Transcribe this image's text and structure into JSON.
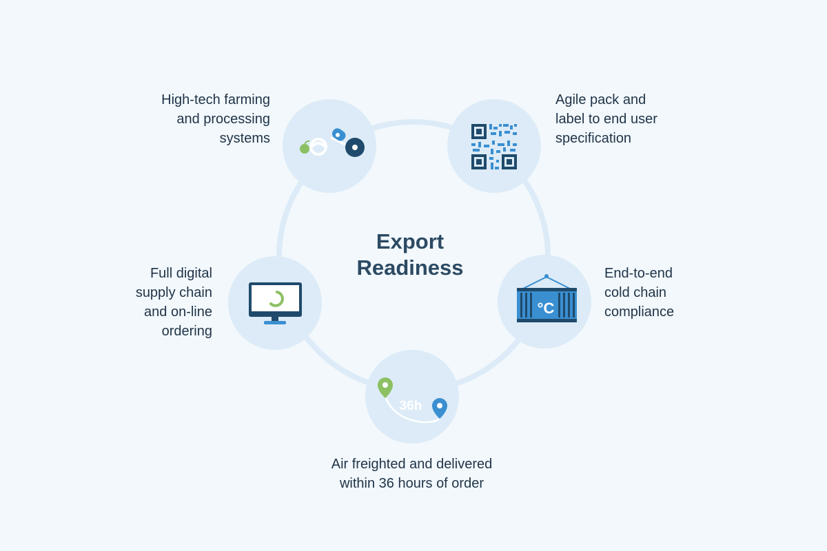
{
  "diagram": {
    "title": [
      "Export",
      "Readiness"
    ],
    "steps": [
      {
        "icon": "farming-robot-icon",
        "lines": [
          "High-tech farming",
          "and processing",
          "systems"
        ]
      },
      {
        "icon": "qr-code-icon",
        "lines": [
          "Agile pack and",
          "label to end user",
          "specification"
        ]
      },
      {
        "icon": "cold-container-icon",
        "lines": [
          "End-to-end",
          "cold chain",
          "compliance"
        ]
      },
      {
        "icon": "route-pins-icon",
        "lines": [
          "Air freighted and delivered",
          "within 36 hours of order"
        ]
      },
      {
        "icon": "computer-monitor-icon",
        "lines": [
          "Full digital",
          "supply chain",
          "and on-line",
          "ordering"
        ]
      }
    ],
    "container_unit": "°C",
    "route_time": "36h"
  },
  "colors": {
    "background": "#f2f8fc",
    "ring": "#dcebf7",
    "node": "#dcebf7",
    "navy": "#1f4a6b",
    "blue": "#3a8fd1",
    "green": "#8cc063",
    "text": "#1f3347"
  }
}
